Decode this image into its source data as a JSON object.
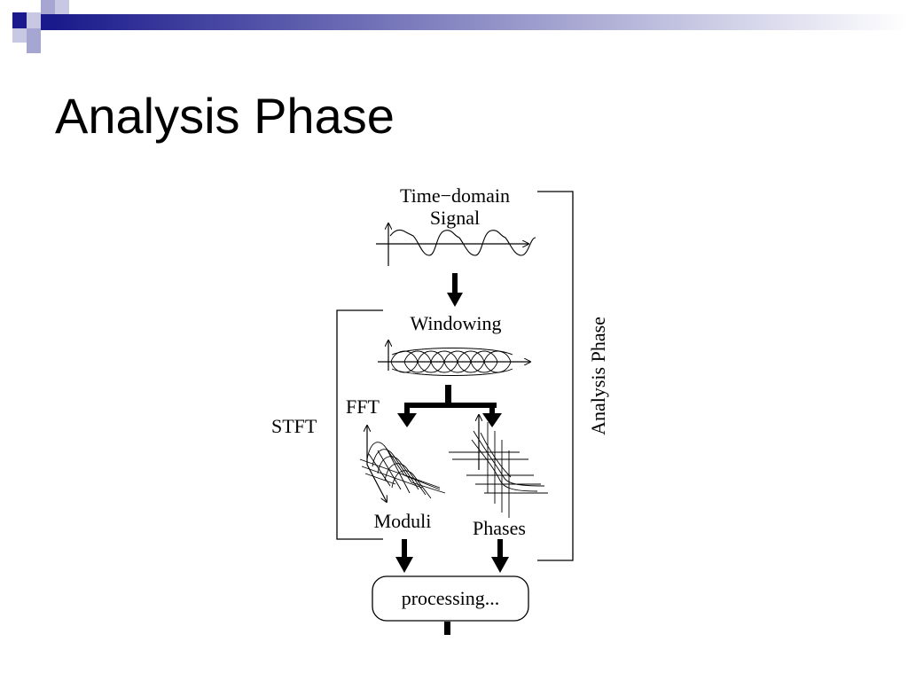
{
  "slide": {
    "title": "Analysis Phase"
  },
  "diagram": {
    "signal_label_line1": "Time−domain",
    "signal_label_line2": "Signal",
    "windowing_label": "Windowing",
    "fft_label": "FFT",
    "stft_label": "STFT",
    "moduli_label": "Moduli",
    "phases_label": "Phases",
    "analysis_phase_label": "Analysis Phase",
    "processing_label": "processing..."
  },
  "colors": {
    "decor_dark": "#1a1a8c",
    "decor_light": "#9999cc",
    "decor_fade": "#c8c8e4"
  }
}
